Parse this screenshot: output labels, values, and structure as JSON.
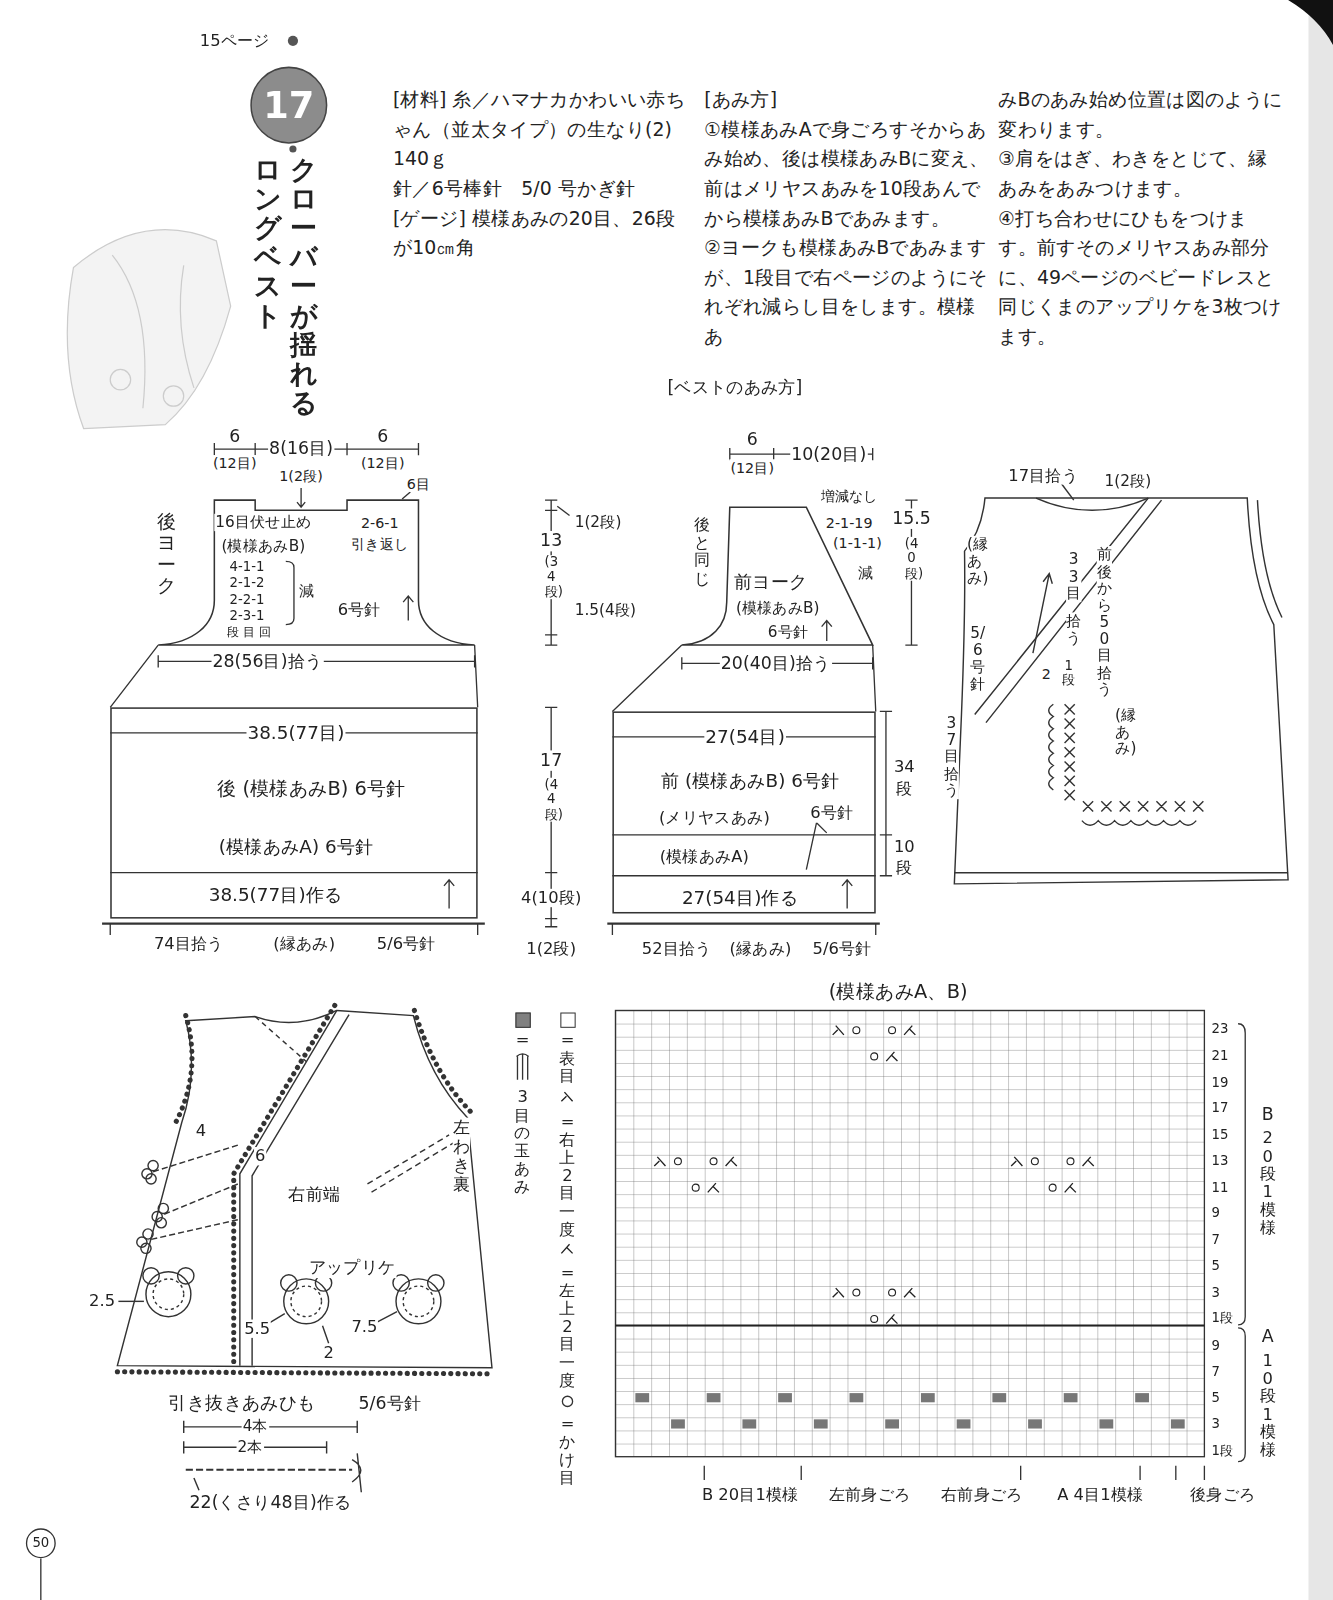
{
  "diagram": {
    "nodes": [
      {
        "text": [
          "17"
        ]
      },
      {
        "text": [
          "16目伏せ止め",
          "(模様あみB)",
          "2-6-1",
          "引き返し",
          "4-1-1",
          "2-1-2",
          "2-2-1",
          "2-3-1",
          "段 目 回",
          "減",
          "6号針"
        ]
      },
      {
        "text": [
          "38.5(77目)",
          "後 (模様あみB) 6号針",
          "(模様あみA) 6号針",
          "38.5(77目)作る"
        ]
      },
      {
        "text": [
          "増減なし",
          "2-1-19",
          "(1-1-1)",
          "減",
          "前ヨーク",
          "(模様あみB)",
          "6号針",
          "後と同じ"
        ]
      },
      {
        "text": [
          "27(54目)",
          "前 (模様あみB) 6号針",
          "(メリヤスあみ)",
          "6号針",
          "(模様あみA)",
          "27(54目)作る"
        ]
      }
    ],
    "labels": [
      "15ページ",
      "クローバーが揺れる",
      "ロングベスト",
      "[材料] 糸／ハマナカかわいい赤ちゃん（並太タイプ）の生なり(2) 140ｇ",
      "針／6号棒針　5/0 号かぎ針",
      "[ゲージ] 模様あみの20目、26段が10㎝角",
      "[あみ方]",
      "①模様あみAで身ごろすそからあみ始め、後は模様あみBに変え、前はメリヤスあみを10段あんでから模様あみBであみます。",
      "②ヨークも模様あみBであみますが、1段目で右ページのようにそれぞれ減らし目をします。模様あ",
      "みBのあみ始め位置は図のように変わります。",
      "③肩をはぎ、わきをとじて、縁あみをあみつけます。",
      "④打ち合わせにひもをつけます。前すそのメリヤスあみ部分に、49ページのベビードレスと同じくまのアップリケを3枚つけます。",
      "[ベストのあみ方]",
      "6",
      "(12目)",
      "8(16目)",
      "6",
      "(12目)",
      "1(2段)",
      "6目",
      "後ヨーク",
      "28(56目)拾う",
      "74目拾う",
      "(縁あみ)",
      "5/6号針",
      "1(2段)",
      "13",
      "(34段)",
      "1.5(4段)",
      "17",
      "(44段)",
      "4(10段)",
      "1(2段)",
      "6",
      "(12目)",
      "10(20目)",
      "15.5",
      "(40段)",
      "20(40目)拾う",
      "34",
      "段",
      "10",
      "段",
      "52目拾う",
      "(縁あみ)",
      "5/6号針",
      "17目拾う",
      "1(2段)",
      "(縁あみ)",
      "5/6号針",
      "33目",
      "拾う",
      "前後から50目拾う",
      "1段",
      "2",
      "(縁あみ)",
      "37目拾う",
      "4",
      "6",
      "右前端",
      "左わき裏",
      "アップリケ",
      "2.5",
      "5.5",
      "7.5",
      "2",
      "引き抜きあみひも",
      "5/6号針",
      "4本",
      "2本",
      "22(くさり48目)作る",
      "(模様あみA、B)",
      "23",
      "21",
      "19",
      "17",
      "15",
      "13",
      "11",
      "9",
      "7",
      "5",
      "3",
      "1段",
      "B",
      "20段1模様",
      "9",
      "7",
      "5",
      "3",
      "1段",
      "A",
      "10段1模様",
      "B 20目1模様",
      "左前身ごろ",
      "右前身ごろ",
      "A 4目1模様",
      "後身ごろ",
      "=",
      "50"
    ],
    "legend": [
      {
        "text": "3目の玉あみ",
        "color": "#808080"
      },
      {
        "text": "=表目",
        "color": "#ffffff"
      },
      {
        "text": "=右上2目一度"
      },
      {
        "text": "=左上2目一度"
      },
      {
        "text": "=かけ目"
      }
    ]
  }
}
